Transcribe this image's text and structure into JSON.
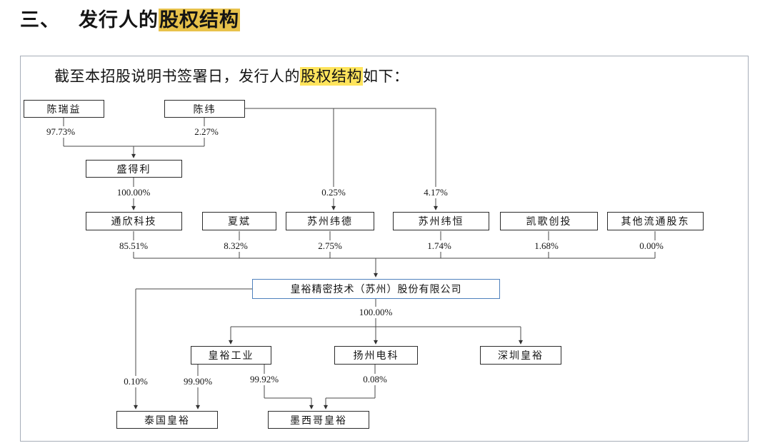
{
  "heading": {
    "number": "三、",
    "pre": "发行人的",
    "highlight": "股权结构"
  },
  "intro": {
    "pre": "截至本招股说明书签署日，发行人的",
    "highlight": "股权结构",
    "post": "如下："
  },
  "colors": {
    "highlight_title": "#e8c24b",
    "highlight_body": "#ffe45c",
    "main_box_border": "#4f81bd",
    "line": "#4a4a4a"
  },
  "diagram": {
    "nodes": [
      {
        "id": "chen-ruiyi",
        "label": "陈瑞益"
      },
      {
        "id": "chen-wei",
        "label": "陈纬"
      },
      {
        "id": "sheng-deli",
        "label": "盛得利"
      },
      {
        "id": "tongxin-keji",
        "label": "通欣科技"
      },
      {
        "id": "xia-bin",
        "label": "夏斌"
      },
      {
        "id": "suzhou-weide",
        "label": "苏州纬德"
      },
      {
        "id": "suzhou-weiheng",
        "label": "苏州纬恒"
      },
      {
        "id": "kaige-chuangtou",
        "label": "凯歌创投"
      },
      {
        "id": "other-public-shareholders",
        "label": "其他流通股东"
      },
      {
        "id": "issuer",
        "label": "皇裕精密技术（苏州）股份有限公司"
      },
      {
        "id": "huangyu-industrial",
        "label": "皇裕工业"
      },
      {
        "id": "yangzhou-dianke",
        "label": "扬州电科"
      },
      {
        "id": "shenzhen-huangyu",
        "label": "深圳皇裕"
      },
      {
        "id": "thailand-huangyu",
        "label": "泰国皇裕"
      },
      {
        "id": "mexico-huangyu",
        "label": "墨西哥皇裕"
      }
    ],
    "percents": [
      {
        "text": "97.73%"
      },
      {
        "text": "2.27%"
      },
      {
        "text": "100.00%"
      },
      {
        "text": "0.25%"
      },
      {
        "text": "4.17%"
      },
      {
        "text": "85.51%"
      },
      {
        "text": "8.32%"
      },
      {
        "text": "2.75%"
      },
      {
        "text": "1.74%"
      },
      {
        "text": "1.68%"
      },
      {
        "text": "0.00%"
      },
      {
        "text": "100.00%"
      },
      {
        "text": "0.10%"
      },
      {
        "text": "99.90%"
      },
      {
        "text": "99.92%"
      },
      {
        "text": "0.08%"
      }
    ]
  },
  "chart_data": {
    "type": "org-chart",
    "title": "发行人的股权结构",
    "root": "皇裕精密技术（苏州）股份有限公司",
    "edges": [
      {
        "from": "陈瑞益",
        "to": "盛得利",
        "pct": "97.73%"
      },
      {
        "from": "陈纬",
        "to": "盛得利",
        "pct": "2.27%"
      },
      {
        "from": "陈纬",
        "to": "苏州纬德",
        "pct": "0.25%"
      },
      {
        "from": "陈纬",
        "to": "苏州纬恒",
        "pct": "4.17%"
      },
      {
        "from": "盛得利",
        "to": "通欣科技",
        "pct": "100.00%"
      },
      {
        "from": "通欣科技",
        "to": "皇裕精密技术（苏州）股份有限公司",
        "pct": "85.51%"
      },
      {
        "from": "夏斌",
        "to": "皇裕精密技术（苏州）股份有限公司",
        "pct": "8.32%"
      },
      {
        "from": "苏州纬德",
        "to": "皇裕精密技术（苏州）股份有限公司",
        "pct": "2.75%"
      },
      {
        "from": "苏州纬恒",
        "to": "皇裕精密技术（苏州）股份有限公司",
        "pct": "1.74%"
      },
      {
        "from": "凯歌创投",
        "to": "皇裕精密技术（苏州）股份有限公司",
        "pct": "1.68%"
      },
      {
        "from": "其他流通股东",
        "to": "皇裕精密技术（苏州）股份有限公司",
        "pct": "0.00%"
      },
      {
        "from": "皇裕精密技术（苏州）股份有限公司",
        "to": "皇裕工业、扬州电科、深圳皇裕",
        "pct": "100.00%"
      },
      {
        "from": "皇裕精密技术（苏州）股份有限公司",
        "to": "泰国皇裕",
        "pct": "0.10%"
      },
      {
        "from": "皇裕工业",
        "to": "泰国皇裕",
        "pct": "99.90%"
      },
      {
        "from": "皇裕工业",
        "to": "墨西哥皇裕",
        "pct": "99.92%"
      },
      {
        "from": "扬州电科",
        "to": "墨西哥皇裕",
        "pct": "0.08%"
      }
    ]
  }
}
